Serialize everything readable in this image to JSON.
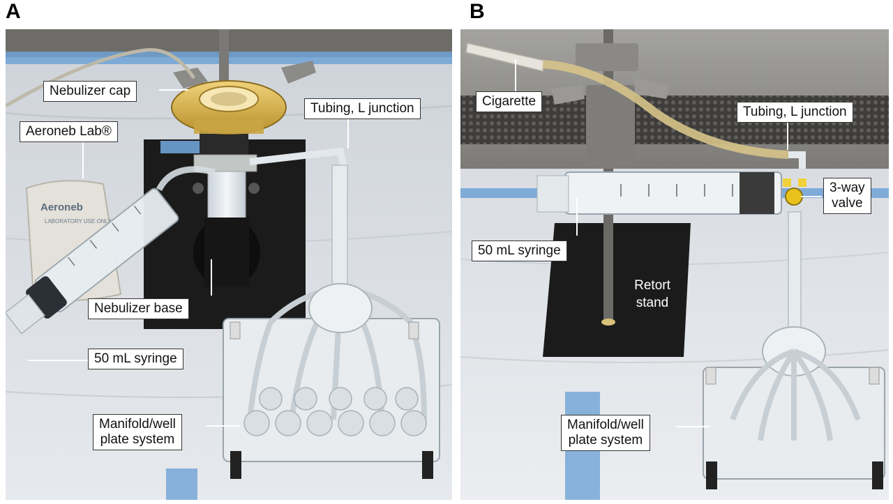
{
  "panels": [
    {
      "letter": "A"
    },
    {
      "letter": "B"
    }
  ],
  "panel_a": {
    "nebulizer_cap": "Nebulizer cap",
    "tubing": "Tubing, L junction",
    "aeroneb": "Aeroneb Lab®",
    "nebulizer_base": "Nebulizer base",
    "syringe": "50 mL syringe",
    "manifold_line1": "Manifold/well",
    "manifold_line2": "plate system",
    "device_brand": "Aeroneb",
    "device_note": "LABORATORY USE ONLY"
  },
  "panel_b": {
    "cigarette": "Cigarette",
    "tubing": "Tubing, L junction",
    "valve_line1": "3-way",
    "valve_line2": "valve",
    "syringe": "50 mL syringe",
    "stand_line1": "Retort",
    "stand_line2": "stand",
    "manifold_line1": "Manifold/well",
    "manifold_line2": "plate system"
  },
  "colors": {
    "bench": "#dfe3e8",
    "tape": "#6fa2d6",
    "stand": "#1b1b1b",
    "cap": "#d9b54a",
    "hood": "#8f8e8a"
  }
}
